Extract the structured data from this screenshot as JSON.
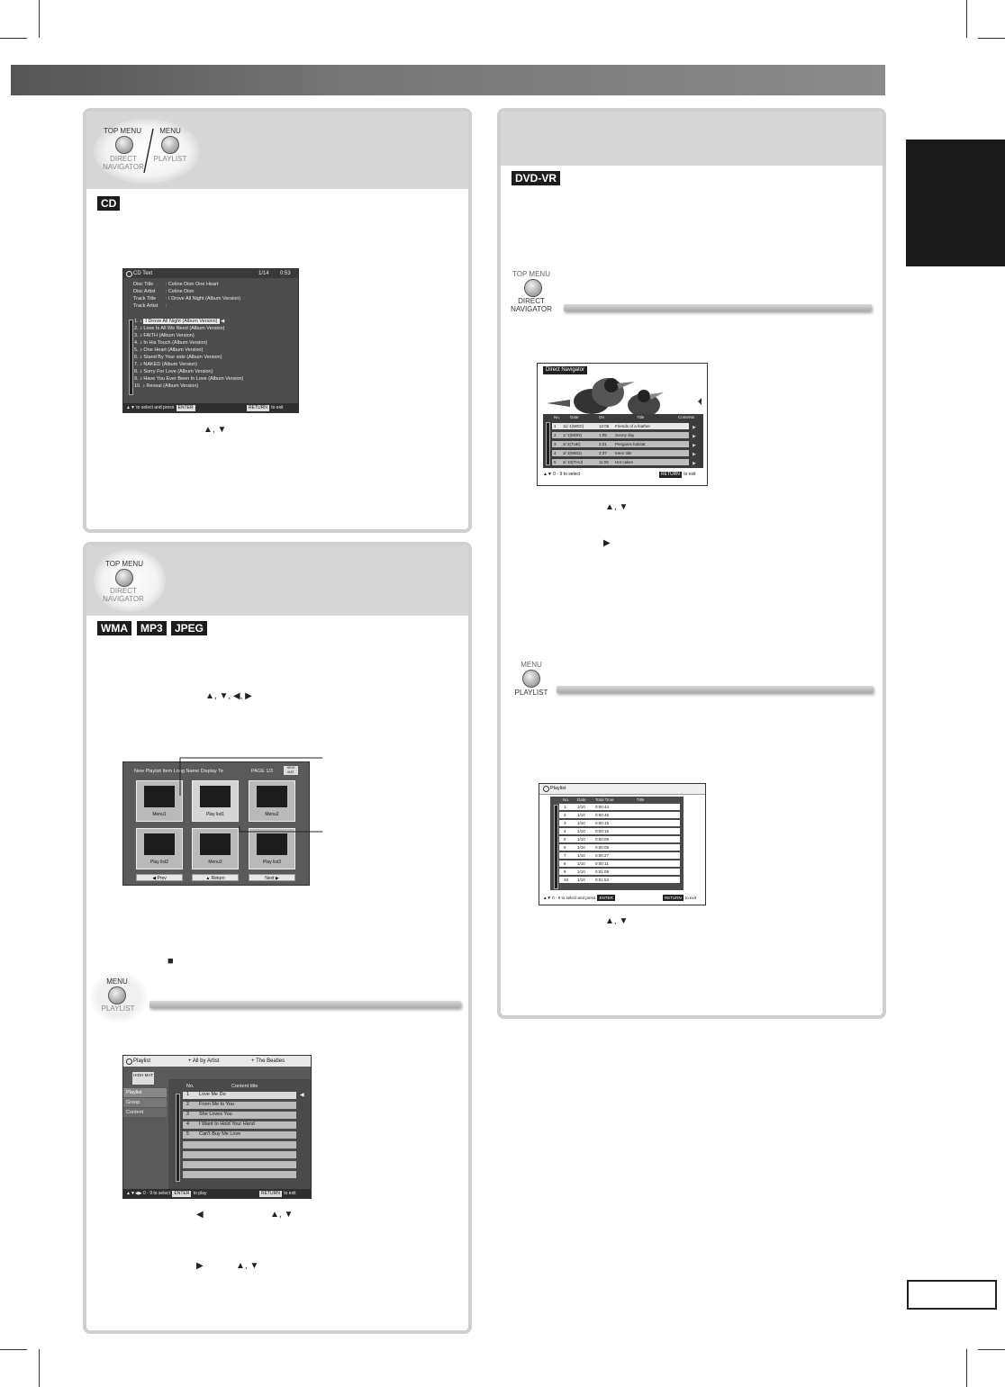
{
  "left_top": {
    "buttons": {
      "top_menu": "TOP MENU",
      "direct_navigator": "DIRECT\nNAVIGATOR",
      "menu": "MENU",
      "playlist": "PLAYLIST"
    },
    "tag": "CD",
    "cd_screen": {
      "title": "CD Text",
      "track_counter": "1/14",
      "time": "0:53",
      "fields": [
        {
          "label": "Disc Title",
          "value": ": Celine Dion    One Heart"
        },
        {
          "label": "Disc Artist",
          "value": ": Celine Dion"
        },
        {
          "label": "Track Title",
          "value": ": I Drove All Night (Album Version)"
        },
        {
          "label": "Track Artist",
          "value": ":"
        }
      ],
      "tracks": [
        {
          "num": "1.",
          "title": "I Drove All Night (Album Version)"
        },
        {
          "num": "2.",
          "title": "Love Is All We Need (Album Version)"
        },
        {
          "num": "3.",
          "title": "FAITH (Album Version)"
        },
        {
          "num": "4.",
          "title": "In His Touch (Album Version)"
        },
        {
          "num": "5.",
          "title": "One Heart (Album Version)"
        },
        {
          "num": "6.",
          "title": "Stand By Your side (Album Version)"
        },
        {
          "num": "7.",
          "title": "NAKED (Album Version)"
        },
        {
          "num": "8.",
          "title": "Sorry For Love (Album Version)"
        },
        {
          "num": "9.",
          "title": "Have You Ever Been In Love (Album Version)"
        },
        {
          "num": "10.",
          "title": "Reveal (Album Version)"
        }
      ],
      "footer_select": "to select and press",
      "footer_enter": "ENTER",
      "footer_return": "RETURN",
      "footer_exit": "to exit"
    },
    "arrows_text": "▲, ▼"
  },
  "left_bottom": {
    "buttons": {
      "top_menu": "TOP MENU",
      "direct_navigator": "DIRECT\nNAVIGATOR",
      "menu": "MENU",
      "playlist": "PLAYLIST"
    },
    "tags": [
      "WMA",
      "MP3",
      "JPEG"
    ],
    "arrows_text": "▲, ▼, ◀, ▶",
    "hdj_screen": {
      "header": "New Playlist Item Long Name Display Te",
      "page": "PAGE  1/3",
      "logo": "HIGH MAT",
      "items": [
        "Menu1",
        "Play list1",
        "Menu2",
        "Play list2",
        "Menu3",
        "Play list3"
      ],
      "prev": "◀ Prev",
      "return": "▲ Return",
      "next": "Next ▶"
    },
    "stop_glyph": "■",
    "playlist_screen": {
      "title": "Playlist",
      "crumb1": "+ All by Artist",
      "crumb2": "+ The Beatles",
      "logo": "HIGH MAT",
      "sidebar": [
        "Playlist",
        "Group",
        "Content"
      ],
      "col_no": "No.",
      "col_title": "Content title",
      "rows": [
        {
          "no": "1",
          "title": "Love Me Do"
        },
        {
          "no": "2",
          "title": "From Me to You"
        },
        {
          "no": "3",
          "title": "She Loves You"
        },
        {
          "no": "4",
          "title": "I Want to Hold Your Hand"
        },
        {
          "no": "5",
          "title": "Can't Buy Me Love"
        }
      ],
      "footer_select": "to select",
      "footer_enter": "ENTER",
      "footer_play": "to play",
      "footer_return": "RETURN",
      "footer_exit": "to exit"
    },
    "arrow_left": "◀",
    "arrows_ud": "▲, ▼",
    "arrow_right": "▶",
    "arrows_ud2": "▲, ▼"
  },
  "right": {
    "tag": "DVD-VR",
    "buttons": {
      "top_menu": "TOP MENU",
      "direct_navigator": "DIRECT\nNAVIGATOR",
      "menu": "MENU",
      "playlist": "PLAYLIST"
    },
    "dn_screen": {
      "title": "Direct Navigator",
      "headers": {
        "no": "No.",
        "date": "Date",
        "on": "On",
        "title": "Title",
        "contents": "Contents"
      },
      "rows": [
        {
          "no": "1",
          "date": "11/  1(WED)",
          "on": "12:05",
          "title": "Friends of a feather"
        },
        {
          "no": "2",
          "date": "1/  1(MON)",
          "on": "1:05",
          "title": "Sunny day"
        },
        {
          "no": "3",
          "date": "2/  2(TUE)",
          "on": "2:21",
          "title": "Penguins habitat"
        },
        {
          "no": "4",
          "date": "3/  3(WED)",
          "on": "2:37",
          "title": "Ireen title"
        },
        {
          "no": "5",
          "date": "4/ 10(THU)",
          "on": "11:05",
          "title": "Hot cakes"
        }
      ],
      "footer_select": "to select",
      "footer_return": "RETURN",
      "footer_exit": "to exit"
    },
    "arrows_ud": "▲, ▼",
    "arrow_right": "▶",
    "pl_screen": {
      "title": "Playlist",
      "headers": {
        "no": "No.",
        "date": "Date",
        "total": "Total Time",
        "title": "Title"
      },
      "rows": [
        {
          "no": "1",
          "date": "1/10",
          "time": "0:00:44"
        },
        {
          "no": "2",
          "date": "1/10",
          "time": "0:00:46"
        },
        {
          "no": "3",
          "date": "1/10",
          "time": "0:00:15"
        },
        {
          "no": "4",
          "date": "1/10",
          "time": "0:00:15"
        },
        {
          "no": "5",
          "date": "1/10",
          "time": "0:00:09"
        },
        {
          "no": "6",
          "date": "1/10",
          "time": "0:00:05"
        },
        {
          "no": "7",
          "date": "1/10",
          "time": "0:00:27"
        },
        {
          "no": "8",
          "date": "1/10",
          "time": "0:00:11"
        },
        {
          "no": "9",
          "date": "1/10",
          "time": "0:01:09"
        },
        {
          "no": "10",
          "date": "1/10",
          "time": "0:01:53"
        }
      ],
      "footer_select": "to select and press",
      "footer_enter": "ENTER",
      "footer_return": "RETURN",
      "footer_exit": "to exit"
    },
    "arrows_ud2": "▲, ▼"
  }
}
